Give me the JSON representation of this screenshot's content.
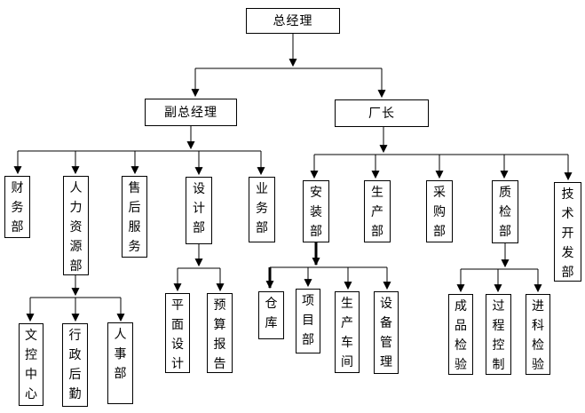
{
  "diagram": {
    "type": "org-chart",
    "line_color": "#000000",
    "box_border_color": "#000000",
    "background_color": "#ffffff",
    "text_color": "#000000"
  },
  "nodes": {
    "gm": {
      "label": "总经理"
    },
    "dgm": {
      "label": "副总经理"
    },
    "fd": {
      "label": "厂长"
    },
    "finance": {
      "label": "财务部"
    },
    "hr": {
      "label": "人力资源部"
    },
    "aftersales": {
      "label": "售后服务"
    },
    "design": {
      "label": "设计部"
    },
    "business": {
      "label": "业务部"
    },
    "install": {
      "label": "安装部"
    },
    "production": {
      "label": "生产部"
    },
    "purchasing": {
      "label": "采购部"
    },
    "qc": {
      "label": "质检部"
    },
    "rnd": {
      "label": "技术开发部"
    },
    "doccontrol": {
      "label": "文控中心"
    },
    "adminlog": {
      "label": "行政后勤"
    },
    "personnel": {
      "label": "人事部"
    },
    "graphic": {
      "label": "平面设计"
    },
    "budget": {
      "label": "预算报告"
    },
    "warehouse": {
      "label": "仓库"
    },
    "project": {
      "label": "项目部"
    },
    "workshop": {
      "label": "生产车间"
    },
    "equipment": {
      "label": "设备管理"
    },
    "finished": {
      "label": "成品检验"
    },
    "process": {
      "label": "过程控制"
    },
    "incoming": {
      "label": "进科检验"
    }
  },
  "edges": [
    {
      "from": "gm",
      "to": [
        "dgm",
        "fd"
      ]
    },
    {
      "from": "dgm",
      "to": [
        "finance",
        "hr",
        "aftersales",
        "design",
        "business"
      ]
    },
    {
      "from": "fd",
      "to": [
        "install",
        "production",
        "purchasing",
        "qc",
        "rnd"
      ]
    },
    {
      "from": "hr",
      "to": [
        "doccontrol",
        "adminlog",
        "personnel"
      ]
    },
    {
      "from": "design",
      "to": [
        "graphic",
        "budget"
      ]
    },
    {
      "from": "install",
      "to": [
        "warehouse",
        "project",
        "workshop",
        "equipment"
      ]
    },
    {
      "from": "qc",
      "to": [
        "finished",
        "process",
        "incoming"
      ]
    }
  ]
}
